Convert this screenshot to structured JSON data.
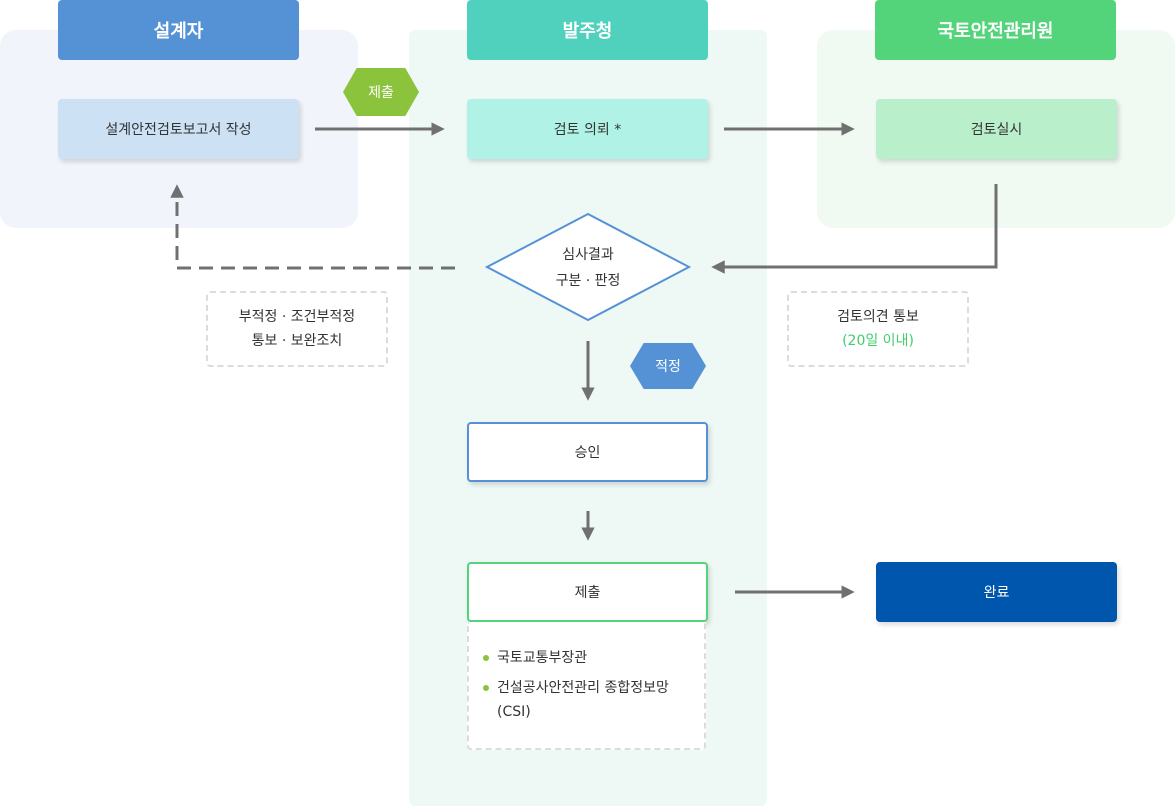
{
  "lanes": {
    "designer": "설계자",
    "client": "발주청",
    "kalis": "국토안전관리원"
  },
  "steps": {
    "write_report": "설계안전검토보고서 작성",
    "review_request": "검토 의뢰 *",
    "review": "검토실시",
    "decision_line1": "심사결과",
    "decision_line2": "구분 · 판정",
    "approve": "승인",
    "submit": "제출",
    "done": "완료"
  },
  "labels": {
    "submit_tag": "제출",
    "suitable_tag": "적정"
  },
  "notes": {
    "left_line1": "부적정 · 조건부적정",
    "left_line2": "통보 · 보완조치",
    "right_line1": "검토의견 통보",
    "right_line2": "(20일 이내)"
  },
  "submit_targets": [
    "국토교통부장관",
    "건설공사안전관리 종합정보망 (CSI)"
  ],
  "colors": {
    "designer": "#5592d5",
    "client": "#4fd1bd",
    "kalis": "#53d37a",
    "done": "#0056ad",
    "submit_tag": "#8bc43c",
    "arrow": "#707070"
  }
}
